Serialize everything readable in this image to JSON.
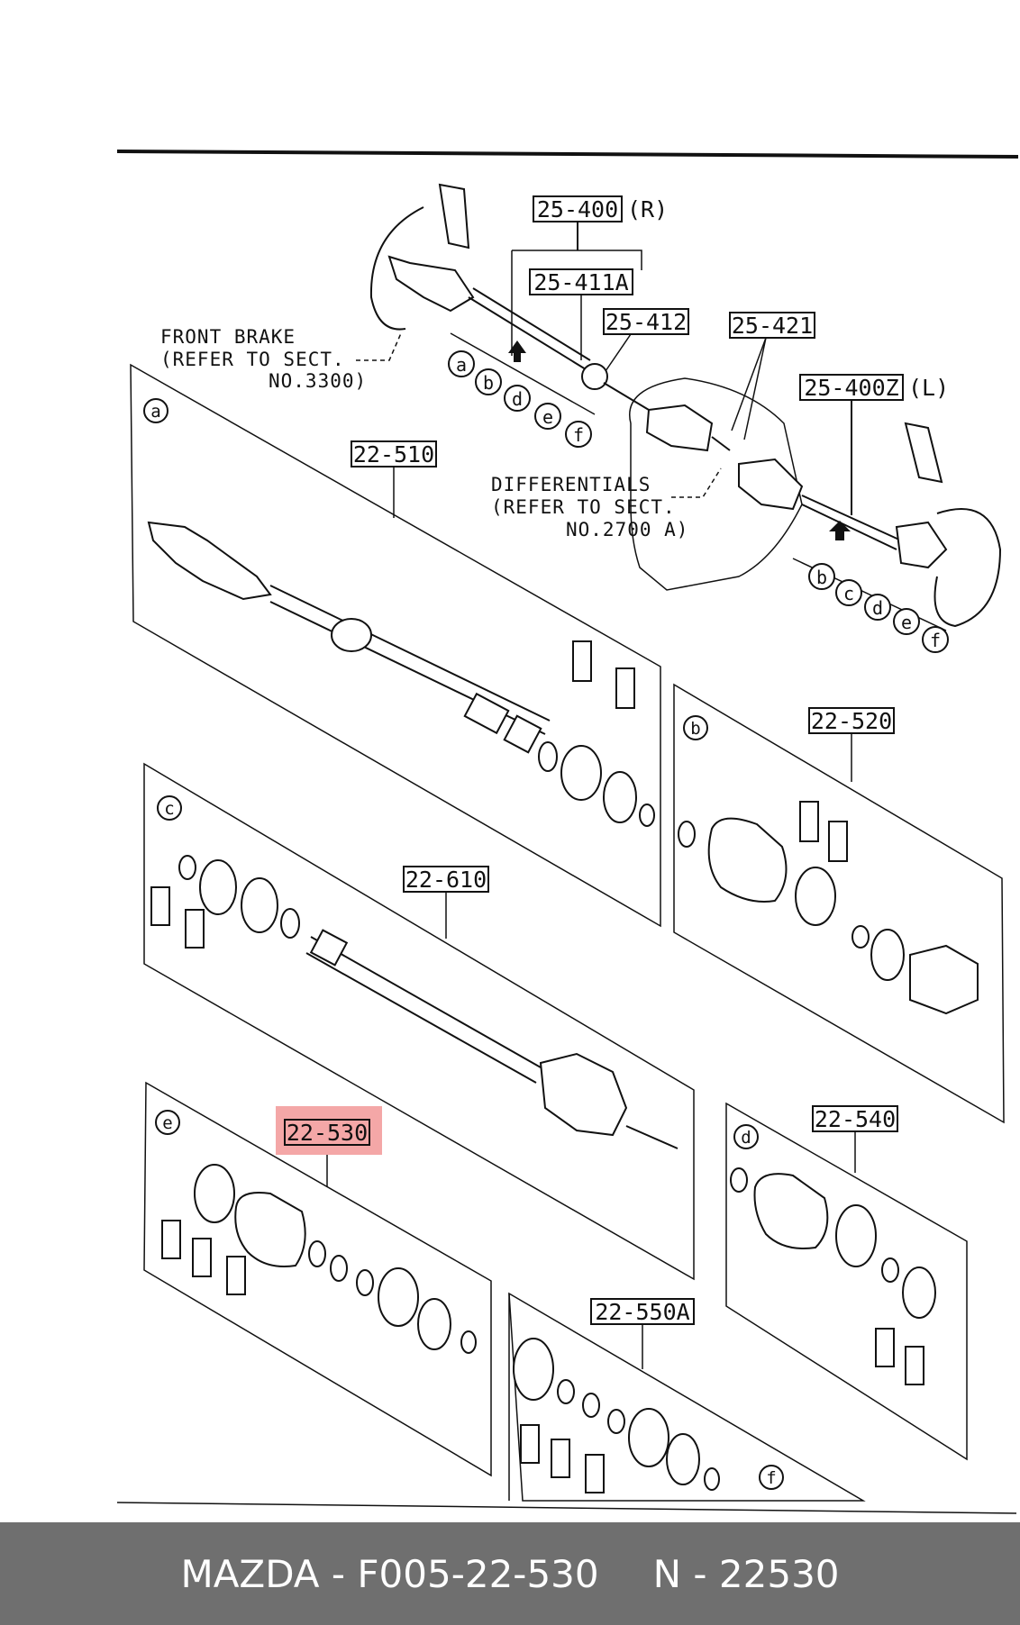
{
  "diagram": {
    "callouts": {
      "c25_400": "25-400",
      "c25_400_side": "(R)",
      "c25_411a": "25-411A",
      "c25_412": "25-412",
      "c25_421": "25-421",
      "c25_400z": "25-400Z",
      "c25_400z_side": "(L)",
      "c22_510": "22-510",
      "c22_520": "22-520",
      "c22_610": "22-610",
      "c22_530": "22-530",
      "c22_540": "22-540",
      "c22_550a": "22-550A"
    },
    "notes": {
      "front_brake_1": "FRONT BRAKE",
      "front_brake_2": "(REFER TO SECT.",
      "front_brake_3": "NO.3300)",
      "diff_1": "DIFFERENTIALS",
      "diff_2": "(REFER TO SECT.",
      "diff_3": "NO.2700 A)"
    },
    "letters": {
      "a": "a",
      "b": "b",
      "c": "c",
      "d": "d",
      "e": "e",
      "f": "f"
    },
    "highlighted_part": "22-530",
    "highlight_color": "#f08a8a"
  },
  "footer": {
    "left": "MAZDA - F005-22-530",
    "right": "N - 22530",
    "bg_color": "#6f6f6f"
  }
}
